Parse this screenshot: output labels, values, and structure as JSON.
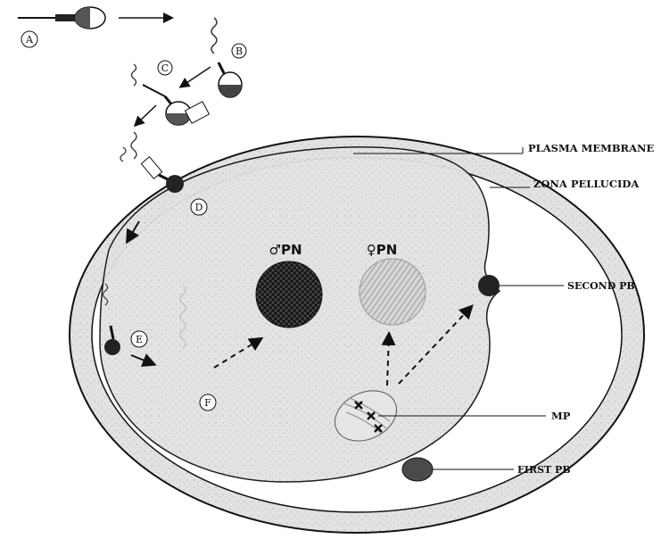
{
  "labels": {
    "plasma_membrane": "PLASMA MEMBRANE",
    "zona_pellucida": "ZONA PELLUCIDA",
    "second_pb": "SECOND PB",
    "mp": "MP",
    "first_pb": "FIRST PB",
    "male_pn": "♂PN",
    "female_pn": "♀PN"
  },
  "steps": [
    "A",
    "B",
    "C",
    "D",
    "E",
    "F"
  ],
  "colors": {
    "ink": "#111111",
    "zona": "#cfcfcf",
    "cytoplasm": "#ececec",
    "male_pn": "#3a3a3a",
    "female_pn": "#bdbdbd",
    "polar_body": "#2a2a2a"
  }
}
